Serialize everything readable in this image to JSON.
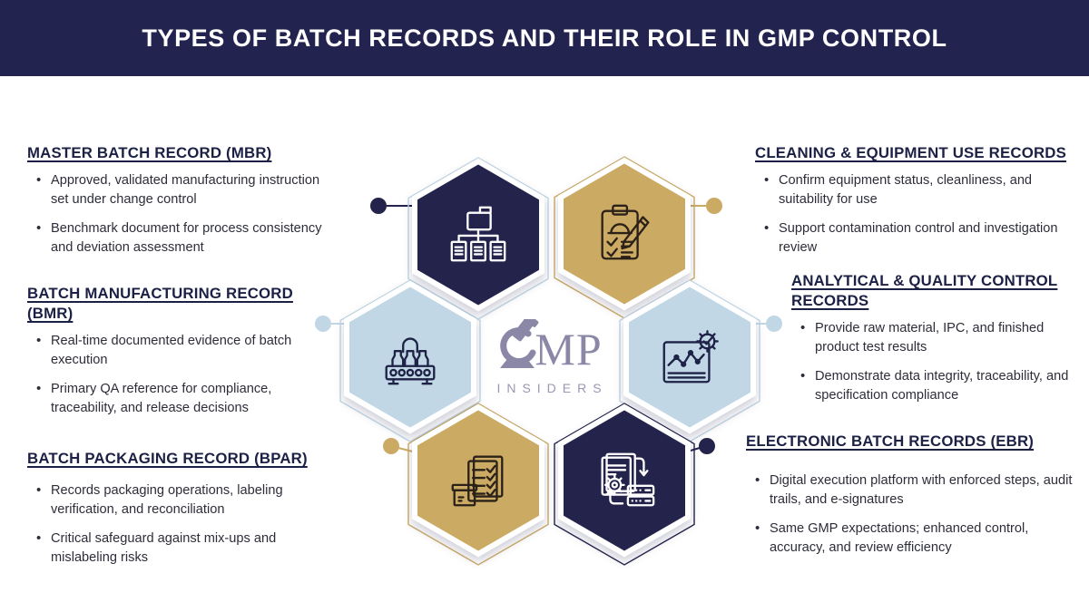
{
  "header": {
    "title": "TYPES OF BATCH RECORDS AND THEIR ROLE IN GMP CONTROL"
  },
  "brand": {
    "name": "MP",
    "subtitle": "INSIDERS",
    "icon": "microscope-icon"
  },
  "colors": {
    "navy": "#23234c",
    "gold": "#cbab64",
    "light_blue": "#c1d7e5",
    "white": "#ffffff",
    "logo_purple": "#8b87a6"
  },
  "sections": [
    {
      "id": "mbr",
      "title": "MASTER BATCH RECORD (MBR)",
      "bullets": [
        "Approved, validated manufacturing instruction set under change control",
        "Benchmark document for process consistency and deviation assessment"
      ]
    },
    {
      "id": "bmr",
      "title": "BATCH MANUFACTURING RECORD (BMR)",
      "bullets": [
        "Real-time documented evidence of batch execution",
        "Primary QA reference for compliance, traceability, and release decisions"
      ]
    },
    {
      "id": "bpar",
      "title": "BATCH PACKAGING RECORD (BPAR)",
      "bullets": [
        "Records packaging operations, labeling verification, and reconciliation",
        "Critical safeguard against mix-ups and mislabeling risks"
      ]
    },
    {
      "id": "cleaning",
      "title": "CLEANING & EQUIPMENT USE RECORDS",
      "bullets": [
        "Confirm equipment status, cleanliness, and suitability for use",
        "Support contamination control and investigation review"
      ]
    },
    {
      "id": "analytical",
      "title": "ANALYTICAL & QUALITY CONTROL RECORDS",
      "bullets": [
        "Provide raw material, IPC, and finished product test results",
        "Demonstrate data integrity, traceability, and specification compliance"
      ]
    },
    {
      "id": "ebr",
      "title": "ELECTRONIC BATCH RECORDS (EBR)",
      "bullets": [
        "Digital execution platform with enforced steps, audit trails, and e-signatures",
        "Same GMP expectations; enhanced control, accuracy, and review efficiency"
      ]
    }
  ],
  "hexagons": [
    {
      "id": "mbr",
      "icon": "folder-hierarchy-icon",
      "fill": "navy"
    },
    {
      "id": "cleaning",
      "icon": "clipboard-hardhat-pencil-icon",
      "fill": "gold"
    },
    {
      "id": "bmr",
      "icon": "bottles-conveyor-icon",
      "fill": "light_blue"
    },
    {
      "id": "analytical",
      "icon": "chart-gear-check-icon",
      "fill": "light_blue"
    },
    {
      "id": "bpar",
      "icon": "checklist-pages-box-icon",
      "fill": "gold"
    },
    {
      "id": "ebr",
      "icon": "document-gear-server-icon",
      "fill": "navy"
    }
  ]
}
